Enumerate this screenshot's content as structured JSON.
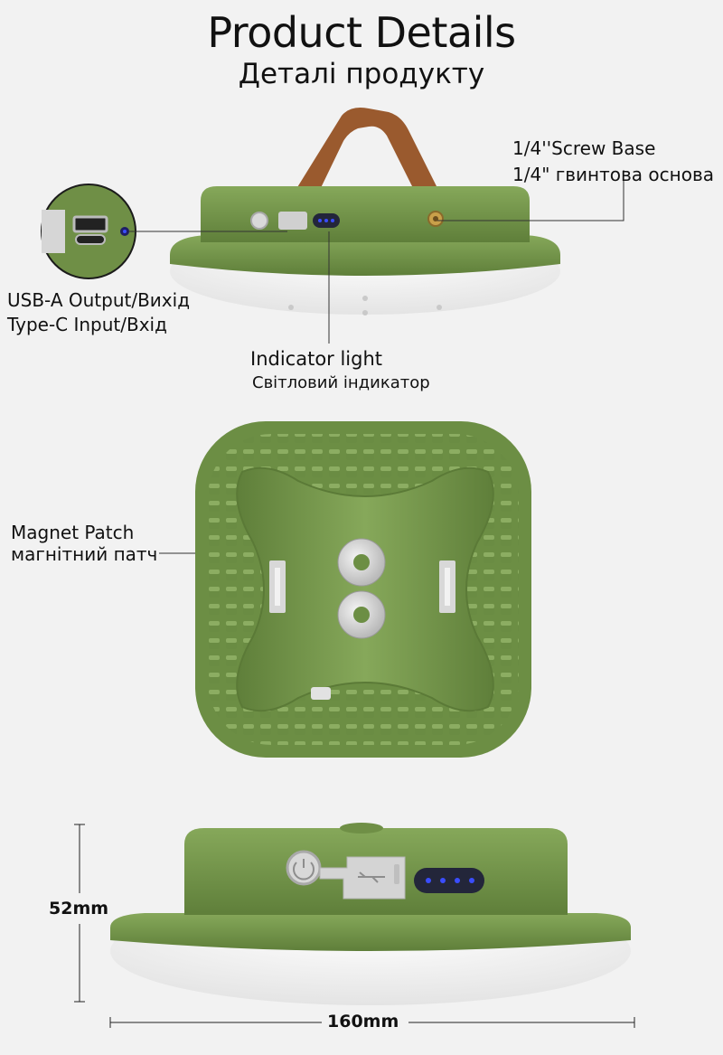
{
  "header": {
    "title": "Product Details",
    "subtitle": "Деталі продукту"
  },
  "callouts": {
    "screw_base_en": "1/4''Screw Base",
    "screw_base_uk": "1/4\" гвинтова основа",
    "usb_en_uk": "USB-A Output/Вихід",
    "typec_en_uk": "Type-C Input/Вхід",
    "indicator_en": "Indicator light",
    "indicator_uk": "Світловий індикатор",
    "magnet_en": "Magnet Patch",
    "magnet_uk": "магнітний патч"
  },
  "dimensions": {
    "height": "52mm",
    "width": "160mm"
  },
  "colors": {
    "body_green": "#7a9a4e",
    "body_green_dark": "#5f7d3a",
    "strap_brown": "#9a5a2e",
    "indicator_blue": "#3a4dff",
    "background": "#f2f2f2"
  },
  "icons": [
    "power-button-icon",
    "usb-icon",
    "indicator-dots-icon",
    "screw-mount-icon",
    "magnet-icon"
  ]
}
